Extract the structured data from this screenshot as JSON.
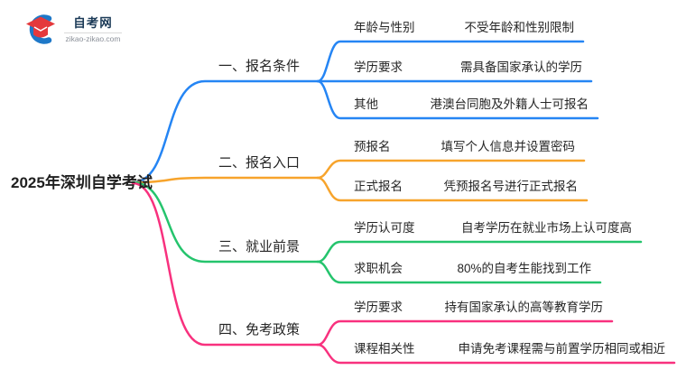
{
  "logo": {
    "site_name": "自考网",
    "site_url": "zikao-zikao.com"
  },
  "root": {
    "label": "2025年深圳自学考试"
  },
  "palette": {
    "blue": "#2585F4",
    "orange": "#F7A42C",
    "green": "#25C46D",
    "pink": "#F8317E",
    "text": "#262626",
    "logo_navy": "#1b3a57",
    "logo_red": "#E4393C",
    "logo_blue": "#1E78C8"
  },
  "branches": [
    {
      "label": "一、报名条件",
      "color": "#2585F4",
      "children": [
        {
          "key": "年龄与性别",
          "value": "不受年龄和性别限制"
        },
        {
          "key": "学历要求",
          "value": "需具备国家承认的学历"
        },
        {
          "key": "其他",
          "value": "港澳台同胞及外籍人士可报名"
        }
      ]
    },
    {
      "label": "二、报名入口",
      "color": "#F7A42C",
      "children": [
        {
          "key": "预报名",
          "value": "填写个人信息并设置密码"
        },
        {
          "key": "正式报名",
          "value": "凭预报名号进行正式报名"
        }
      ]
    },
    {
      "label": "三、就业前景",
      "color": "#25C46D",
      "children": [
        {
          "key": "学历认可度",
          "value": "自考学历在就业市场上认可度高"
        },
        {
          "key": "求职机会",
          "value": "80%的自考生能找到工作"
        }
      ]
    },
    {
      "label": "四、免考政策",
      "color": "#F8317E",
      "children": [
        {
          "key": "学历要求",
          "value": "持有国家承认的高等教育学历"
        },
        {
          "key": "课程相关性",
          "value": "申请免考课程需与前置学历相同或相近"
        }
      ]
    }
  ]
}
